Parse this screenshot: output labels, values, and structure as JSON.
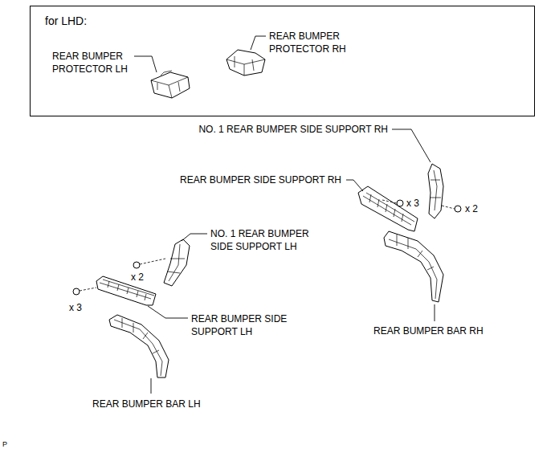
{
  "diagram": {
    "nodes": [
      {
        "text": [
          "for LHD:"
        ]
      }
    ],
    "labels": [
      "REAR BUMPER PROTECTOR LH",
      "REAR BUMPER PROTECTOR RH",
      "NO. 1 REAR BUMPER SIDE SUPPORT RH",
      "REAR BUMPER SIDE SUPPORT RH",
      "x 3",
      "x 2",
      "NO. 1 REAR BUMPER SIDE SUPPORT LH",
      "x 2",
      "x 3",
      "REAR BUMPER SIDE SUPPORT LH",
      "REAR BUMPER BAR RH",
      "REAR BUMPER BAR LH",
      "P"
    ]
  }
}
